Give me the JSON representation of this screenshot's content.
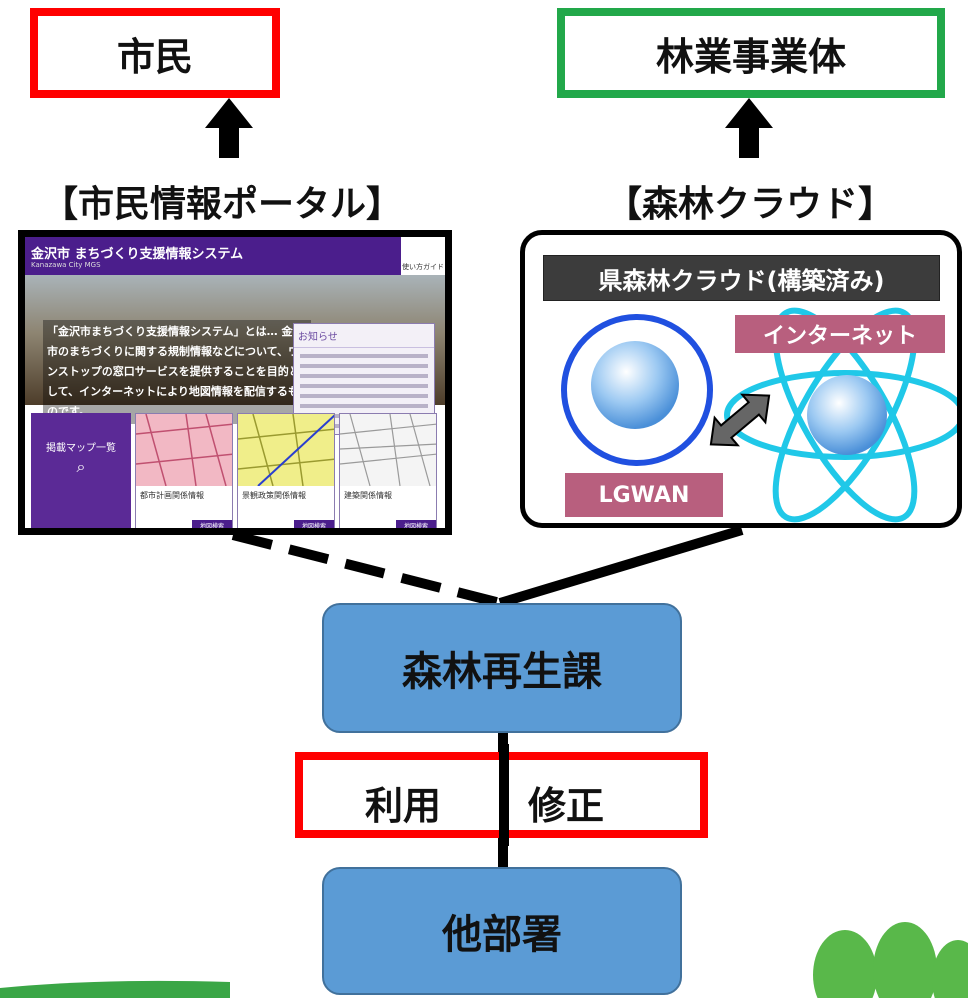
{
  "top_boxes": {
    "citizen": "市民",
    "forestry": "林業事業体"
  },
  "sources": {
    "portal_title": "【市民情報ポータル】",
    "cloud_title": "【森林クラウド】"
  },
  "portal": {
    "header_title": "金沢市 まちづくり支援情報システム",
    "header_sub": "Kanazawa City MGS",
    "help": "使い方ガイド",
    "hero_text": "「金沢市まちづくり支援情報システム」とは… 金沢市のまちづくりに関する規制情報などについて、ワンストップの窓口サービスを提供することを目的として、インターネットにより地図情報を配信するものです。",
    "news_title": "お知らせ",
    "index_tile": "掲載マップ一覧",
    "tiles": [
      {
        "caption": "都市計画関係情報",
        "button": "地図検索"
      },
      {
        "caption": "景観政策関係情報",
        "button": "地図検索"
      },
      {
        "caption": "建築関係情報",
        "button": "地図検索"
      }
    ]
  },
  "cloud": {
    "header": "県森林クラウド(構築済み)",
    "internet": "インターネット",
    "lgwan": "LGWAN"
  },
  "departments": {
    "forest": "森林再生課",
    "other": "他部署"
  },
  "usage": {
    "left": "利用",
    "right": "修正"
  },
  "colors": {
    "citizen_border": "#ff0000",
    "forestry_border": "#22a84a",
    "dept_fill": "#5b9bd5",
    "usage_border": "#ff0000",
    "cloud_label": "#b85f7e"
  }
}
